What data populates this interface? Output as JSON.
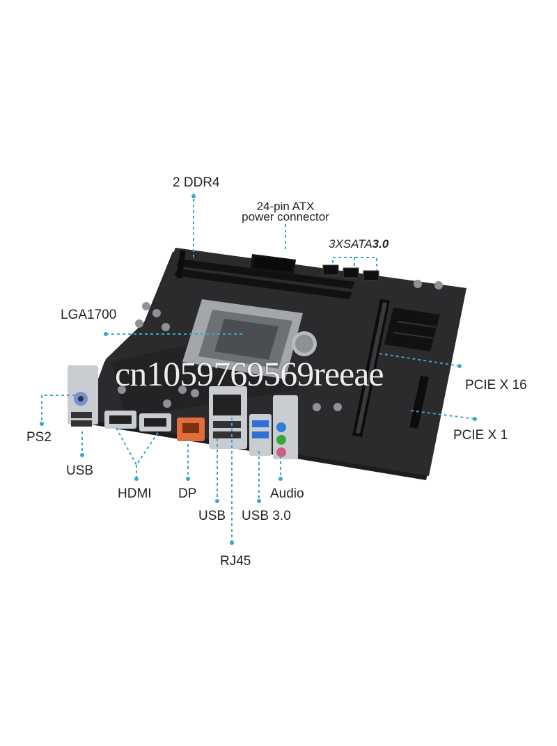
{
  "labels": {
    "ddr4": "2 DDR4",
    "atx_line1": "24-pin ATX",
    "atx_line2": "power connector",
    "sata_prefix": "3XSATA",
    "sata_suffix": "3.0",
    "lga": "LGA1700",
    "pcie16": "PCIE X 16",
    "pcie1": "PCIE X 1",
    "ps2": "PS2",
    "usb_left": "USB",
    "hdmi": "HDMI",
    "dp": "DP",
    "usb_mid": "USB",
    "usb3": "USB 3.0",
    "audio": "Audio",
    "rj45": "RJ45"
  },
  "watermark": "cn1059769569reeae",
  "colors": {
    "leader_line": "#3aa8c8",
    "board": "#2b2b2d",
    "board_dark": "#1d1d1f",
    "io_shield": "#c9ccd0",
    "dp_port": "#e36b3c",
    "usb3_port": "#2f6fd6",
    "audio_blue": "#2e7fd8",
    "audio_green": "#3aa53a",
    "audio_pink": "#d25a8a"
  }
}
